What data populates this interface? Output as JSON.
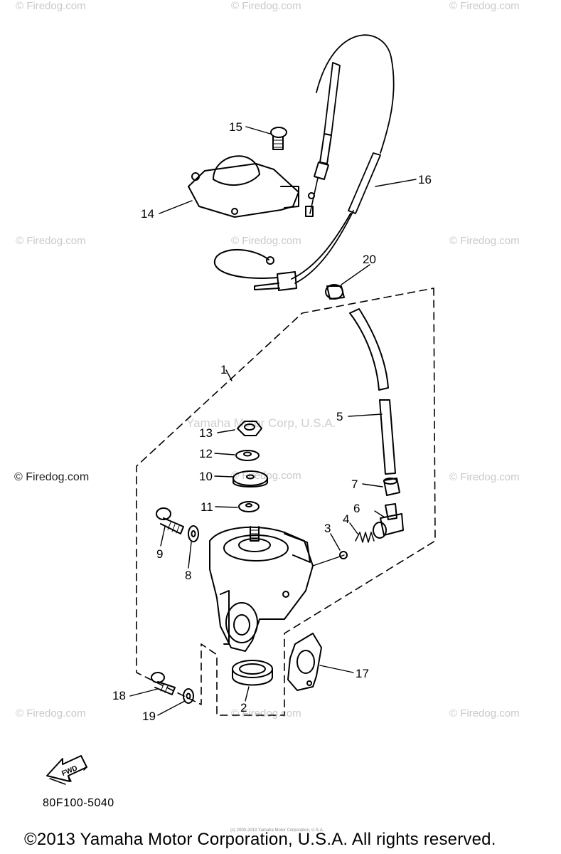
{
  "watermarks": {
    "text": "© Firedog.com",
    "center_text": "Yamaha Motor Corp, U.S.A."
  },
  "callouts": {
    "c1": "1",
    "c2": "2",
    "c3": "3",
    "c4": "4",
    "c5": "5",
    "c6": "6",
    "c7": "7",
    "c8": "8",
    "c9": "9",
    "c10": "10",
    "c11": "11",
    "c12": "12",
    "c13": "13",
    "c14": "14",
    "c15": "15",
    "c16": "16",
    "c17": "17",
    "c18": "18",
    "c19": "19",
    "c20": "20"
  },
  "fwd_label": "FWD",
  "part_code": "80F100-5040",
  "tiny_note": "(c) 2000-2013 Yamaha Motor Corporation, U.S.A.",
  "copyright": "©2013 Yamaha Motor Corporation, U.S.A. All rights reserved."
}
